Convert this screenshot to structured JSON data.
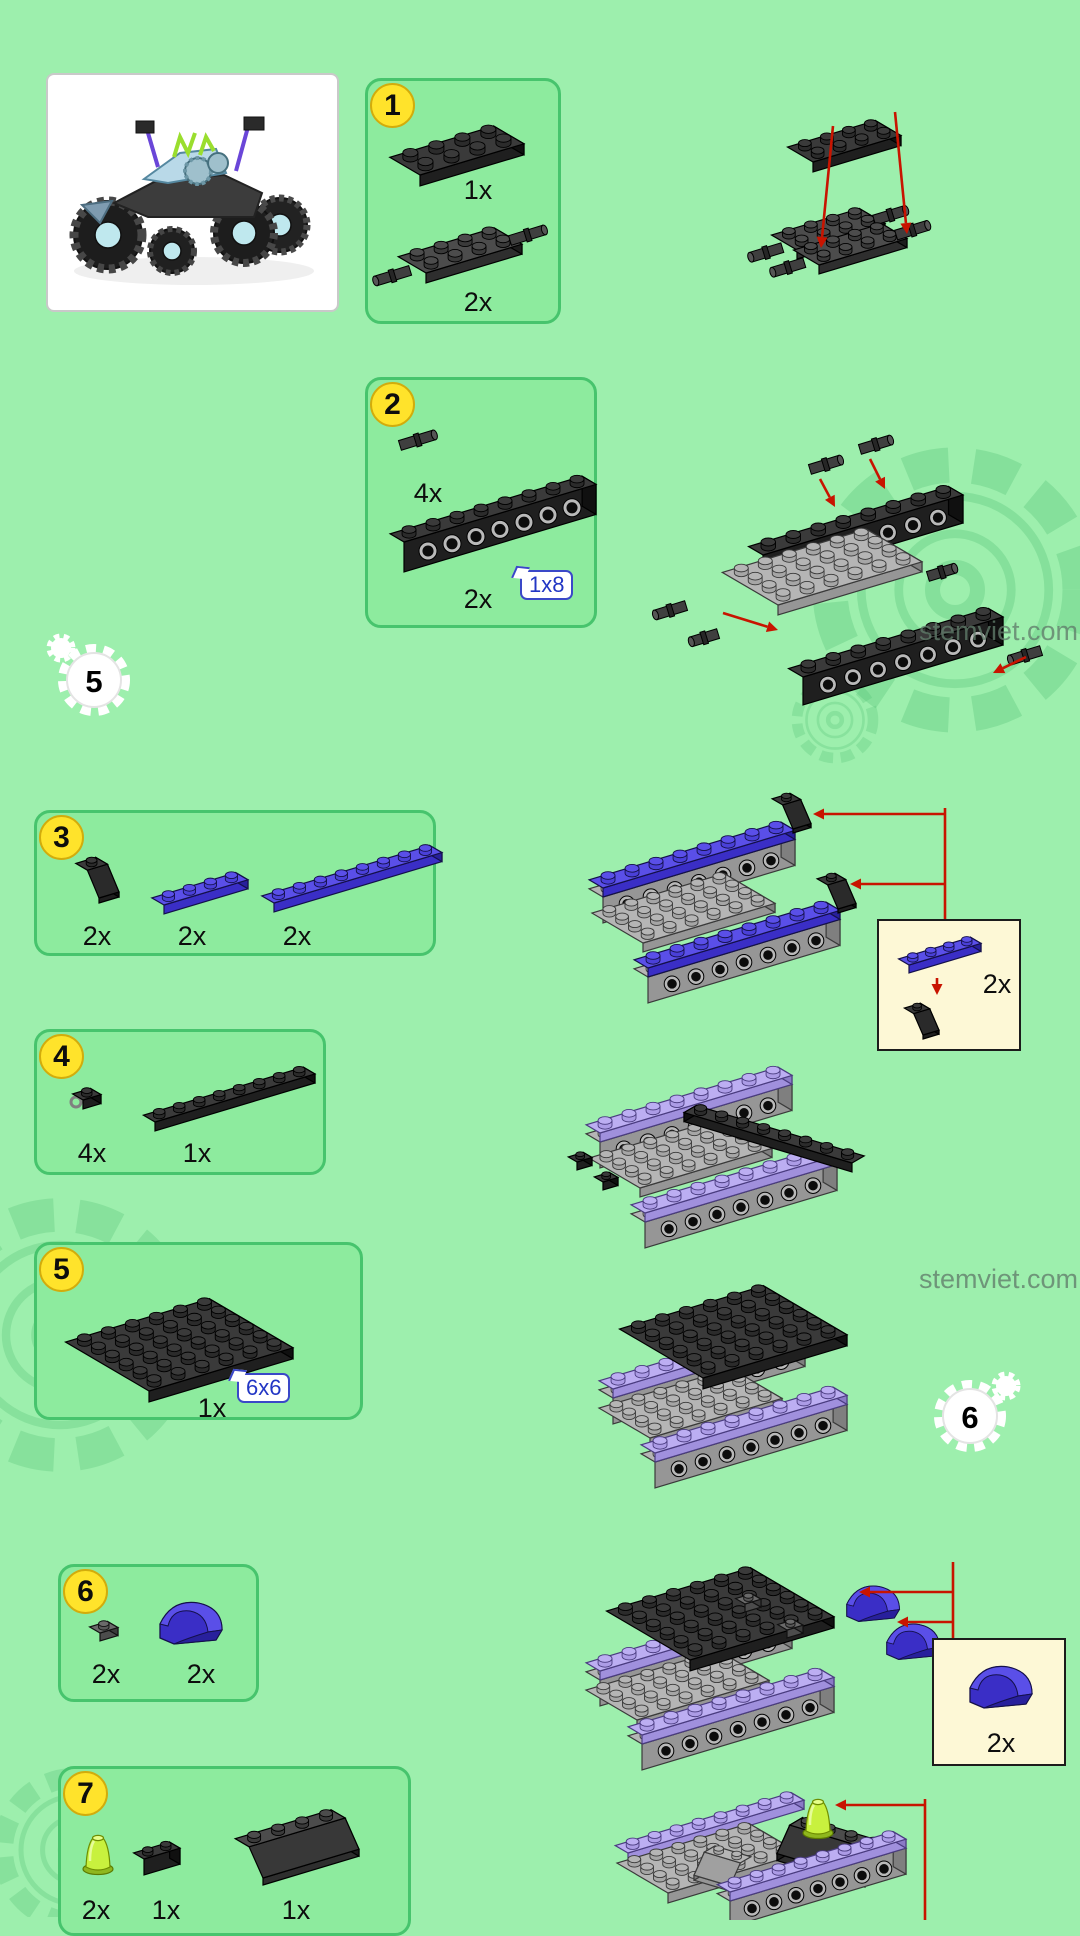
{
  "page": {
    "watermark_top": "stemviet.com",
    "watermark_bottom": "stemviet.com",
    "left_gear_number": "5",
    "right_gear_number": "6"
  },
  "steps": [
    {
      "number": "1",
      "parts": [
        {
          "qty": "1x"
        },
        {
          "qty": "2x"
        }
      ]
    },
    {
      "number": "2",
      "parts": [
        {
          "qty": "4x"
        },
        {
          "qty": "2x",
          "size": "1x8"
        }
      ]
    },
    {
      "number": "3",
      "parts": [
        {
          "qty": "2x"
        },
        {
          "qty": "2x"
        },
        {
          "qty": "2x"
        }
      ],
      "callout_qty": "2x"
    },
    {
      "number": "4",
      "parts": [
        {
          "qty": "4x"
        },
        {
          "qty": "1x"
        }
      ]
    },
    {
      "number": "5",
      "parts": [
        {
          "qty": "1x",
          "size": "6x6"
        }
      ]
    },
    {
      "number": "6",
      "parts": [
        {
          "qty": "2x"
        },
        {
          "qty": "2x"
        }
      ],
      "callout_qty": "2x"
    },
    {
      "number": "7",
      "parts": [
        {
          "qty": "2x"
        },
        {
          "qty": "1x"
        },
        {
          "qty": "1x"
        }
      ]
    }
  ]
}
